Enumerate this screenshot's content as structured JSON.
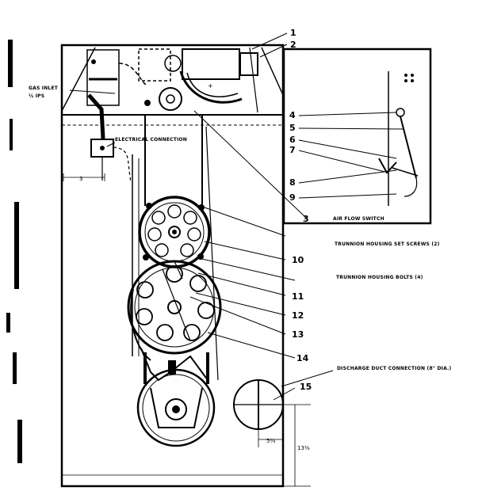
{
  "callouts": {
    "n1": "1",
    "n2": "2",
    "n3": "3",
    "n4": "4",
    "n5": "5",
    "n6": "6",
    "n7": "7",
    "n8": "8",
    "n9": "9",
    "n10": "10",
    "n11": "11",
    "n12": "12",
    "n13": "13",
    "n14": "14",
    "n15": "15"
  },
  "labels": {
    "gas_inlet": "GAS INLET",
    "gas_inlet_size": "½ IPS",
    "electrical_connection": "ELECTRICAL CONNECTION",
    "air_flow_switch": "AIR FLOW SWITCH",
    "trunnion_set_screws": "TRUNNION HOUSING SET SCREWS (2)",
    "trunnion_bolts": "TRUNNION HOUSING BOLTS (4)",
    "discharge_duct": "DISCHARGE DUCT CONNECTION (8\" DIA.)"
  },
  "dimensions": {
    "d_left": "3",
    "d_duct_offset": "5⅛",
    "d_height": "13⅜"
  },
  "style": {
    "ink": "#000000",
    "paper": "#ffffff"
  }
}
